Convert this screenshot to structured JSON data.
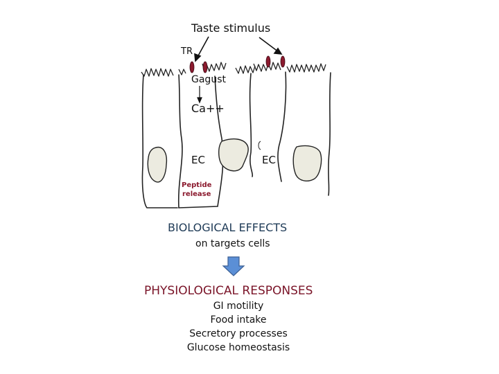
{
  "title": "Taste stimulus",
  "tr_label": "TR",
  "g_label": "Gagust",
  "ca_label": "Ca++",
  "ec_label_left": "EC",
  "ec_label_right": "EC",
  "peptide_line1": "Peptide",
  "peptide_line2": "release",
  "bio_heading": "BIOLOGICAL EFFECTS",
  "bio_sub": "on targets cells",
  "physio_heading": "PHYSIOLOGICAL RESPONSES",
  "responses": [
    "GI motility",
    "Food intake",
    "Secretory processes",
    "Glucose homeostasis"
  ],
  "colors": {
    "receptor": "#8b1a2e",
    "nucleus": "#ecebe0",
    "arrow": "#5b8fd6",
    "arrow_border": "#3c5f94",
    "bio_text": "#1f3b57",
    "physio_text": "#7a1428"
  }
}
